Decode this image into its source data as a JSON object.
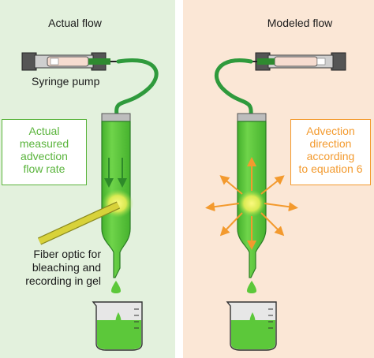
{
  "panels": [
    {
      "title": "Actual flow",
      "background": "#e3f1dd",
      "pump_label": "Syringe pump",
      "callout_lines": [
        "Actual",
        "measured",
        "advection",
        "flow rate"
      ],
      "callout_color": "#5ab43c",
      "fiber_label_lines": [
        "Fiber optic for",
        "bleaching and",
        "recording in gel"
      ]
    },
    {
      "title": "Modeled flow",
      "background": "#fbe7d6",
      "callout_lines": [
        "Advection",
        "direction",
        "according",
        "to equation 6"
      ],
      "callout_color": "#f39a2e"
    }
  ],
  "colors": {
    "gel_green": "#5cc83a",
    "arrow_green": "#2e8a2a",
    "arrow_orange": "#f39a2e",
    "fiber_yellow": "#d8d23a",
    "glow_yellow": "#f0ef55",
    "tube_green": "#2f9a3c"
  },
  "icons": [
    "syringe-pump-icon",
    "gel-column-icon",
    "beaker-icon",
    "fiber-optic-icon",
    "droplet-icon"
  ]
}
